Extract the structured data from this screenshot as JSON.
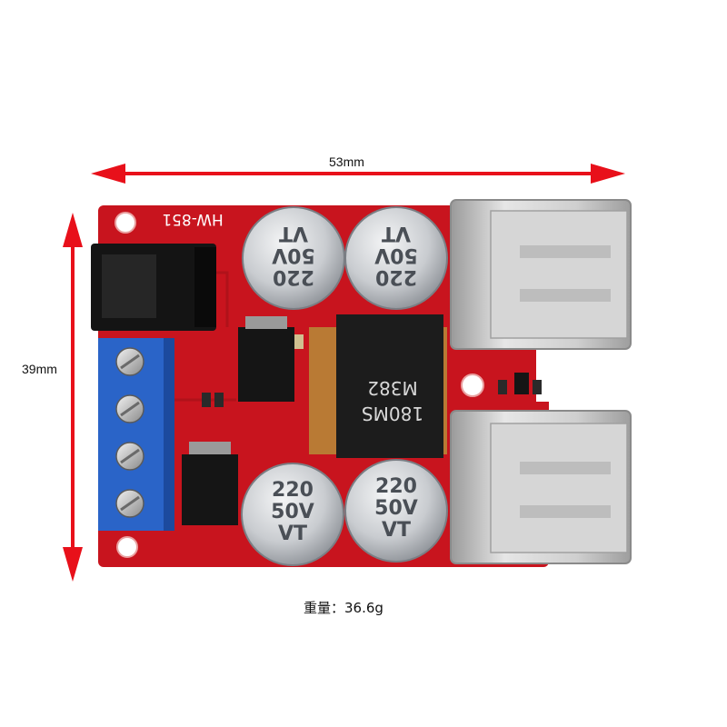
{
  "dimensions": {
    "width_label": "53mm",
    "height_label": "39mm"
  },
  "board": {
    "silkscreen": "HW-851"
  },
  "capacitors": [
    {
      "line1": "220",
      "line2": "50V",
      "line3": "VT"
    },
    {
      "line1": "220",
      "line2": "50V",
      "line3": "VT"
    },
    {
      "line1": "220",
      "line2": "50V",
      "line3": "VT"
    },
    {
      "line1": "220",
      "line2": "50V",
      "line3": "VT"
    }
  ],
  "inductor": {
    "line1": "180MS",
    "line2": "M382"
  },
  "weight": {
    "label": "重量：",
    "value": "36.6g"
  },
  "colors": {
    "pcb": "#c8141e",
    "arrow": "#e8101a",
    "terminal": "#2a64c8",
    "usb": "#c9c9c9"
  }
}
